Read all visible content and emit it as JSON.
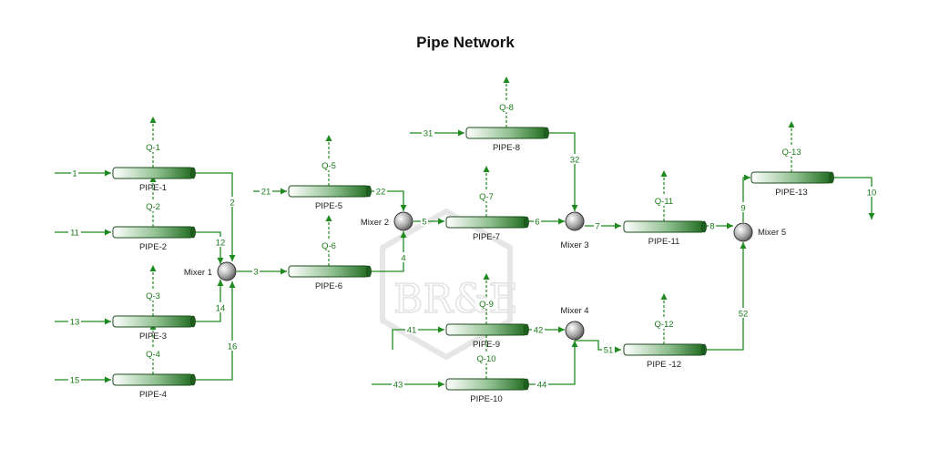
{
  "title": "Pipe Network",
  "watermark": "BR&E",
  "colors": {
    "stream": "#1f8a1f",
    "heat": "#1f8a1f",
    "pipe_dark": "#2e7d32",
    "text": "#222222"
  },
  "pipes": [
    {
      "id": "PIPE-1",
      "q": "Q-1"
    },
    {
      "id": "PIPE-2",
      "q": "Q-2"
    },
    {
      "id": "PIPE-3",
      "q": "Q-3"
    },
    {
      "id": "PIPE-4",
      "q": "Q-4"
    },
    {
      "id": "PIPE-5",
      "q": "Q-5"
    },
    {
      "id": "PIPE-6",
      "q": "Q-6"
    },
    {
      "id": "PIPE-7",
      "q": "Q-7"
    },
    {
      "id": "PIPE-8",
      "q": "Q-8"
    },
    {
      "id": "PIPE-9",
      "q": "Q-9"
    },
    {
      "id": "PIPE-10",
      "q": "Q-10"
    },
    {
      "id": "PIPE-11",
      "q": "Q-11"
    },
    {
      "id": "PIPE -12",
      "q": "Q-12"
    },
    {
      "id": "PIPE-13",
      "q": "Q-13"
    }
  ],
  "mixers": [
    "Mixer 1",
    "Mixer 2",
    "Mixer 3",
    "Mixer 4",
    "Mixer 5"
  ],
  "streams": [
    "1",
    "11",
    "13",
    "15",
    "2",
    "12",
    "14",
    "16",
    "3",
    "21",
    "22",
    "4",
    "5",
    "6",
    "31",
    "32",
    "7",
    "8",
    "41",
    "42",
    "43",
    "44",
    "51",
    "52",
    "9",
    "10"
  ]
}
